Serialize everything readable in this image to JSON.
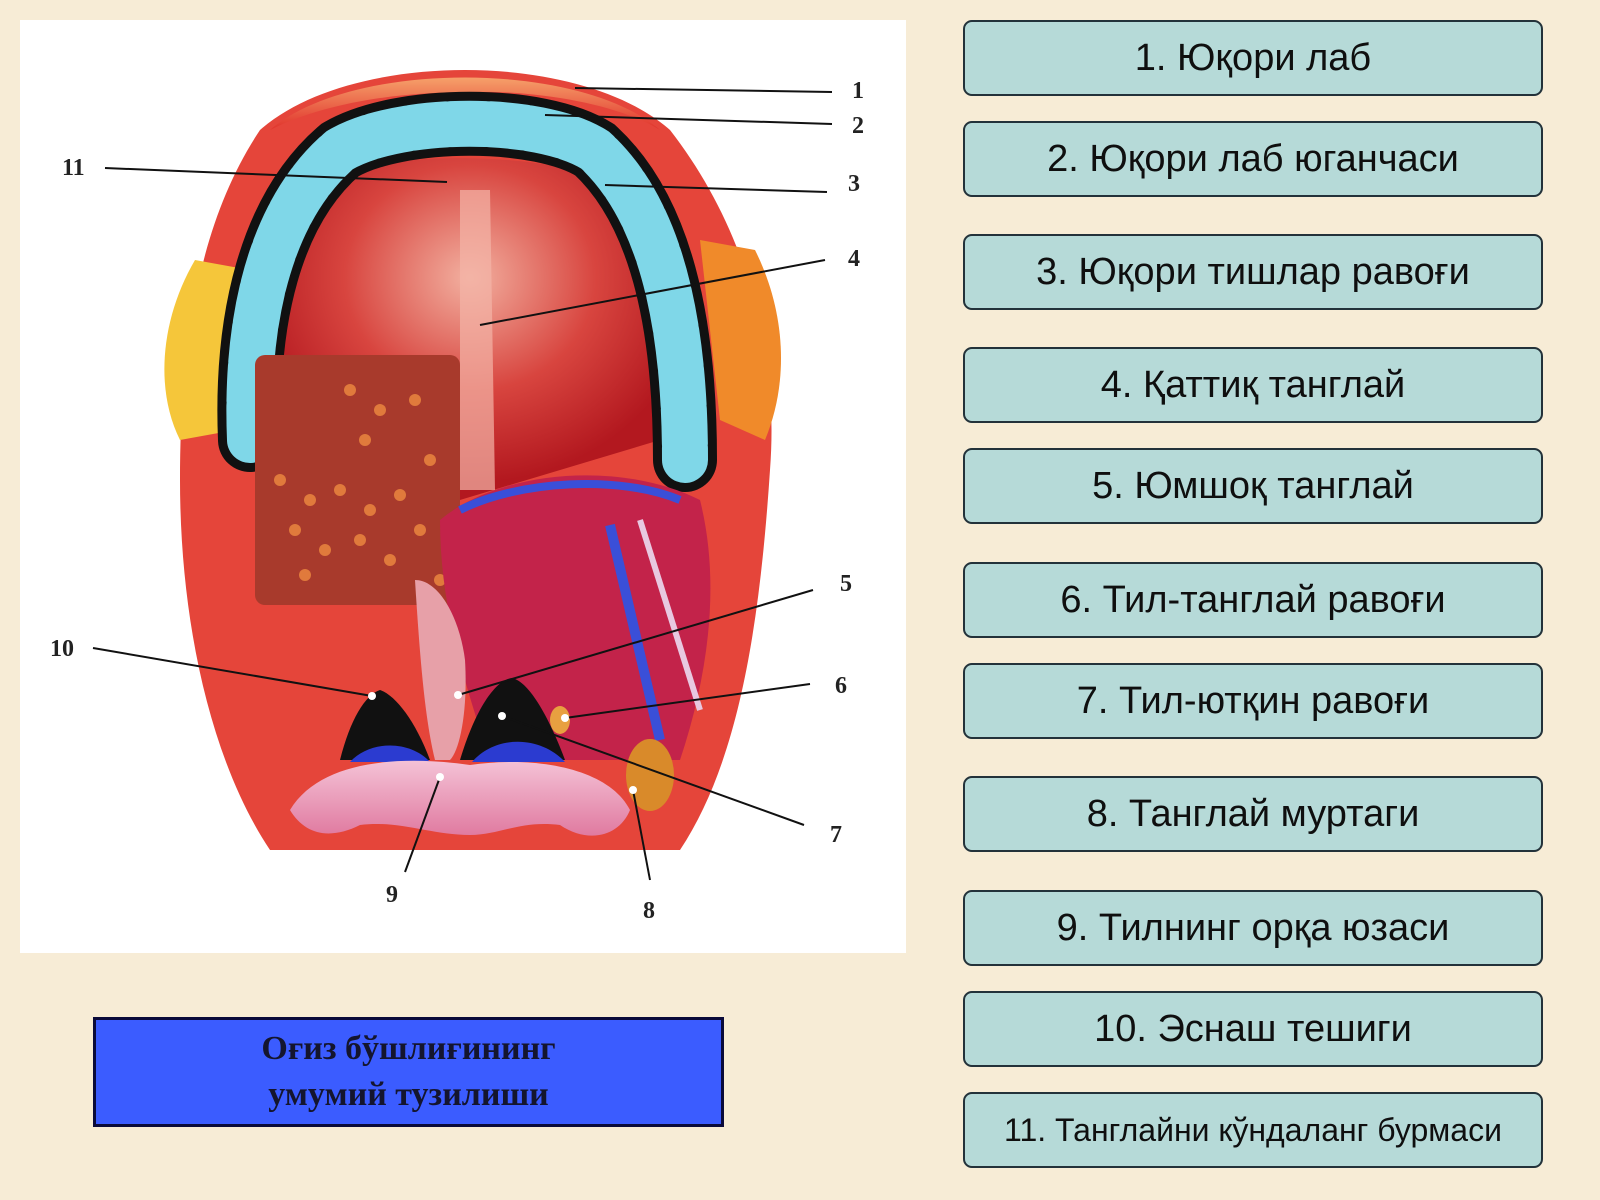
{
  "callouts": [
    "1",
    "2",
    "3",
    "4",
    "5",
    "6",
    "7",
    "8",
    "9",
    "10",
    "11"
  ],
  "caption": "Оғиз бўшлиғининг\nумумий тузилиши",
  "labels": [
    "1. Юқори лаб",
    "2. Юқори лаб юганчаси",
    "3. Юқори тишлар равоғи",
    "4. Қаттиқ танглай",
    "5. Юмшоқ танглай",
    "6. Тил-танглай равоғи",
    "7. Тил-ютқин равоғи",
    "8. Танглай муртаги",
    "9. Тилнинг орқа юзаси",
    "10. Эснаш тешиги",
    "11. Танглайни кўндаланг бурмаси"
  ],
  "colors": {
    "background": "#f7ecd6",
    "label_fill": "#b6dad8",
    "caption_fill": "#3b5cff",
    "tissue": "#d8262b",
    "teeth": "#7fd7e8"
  }
}
